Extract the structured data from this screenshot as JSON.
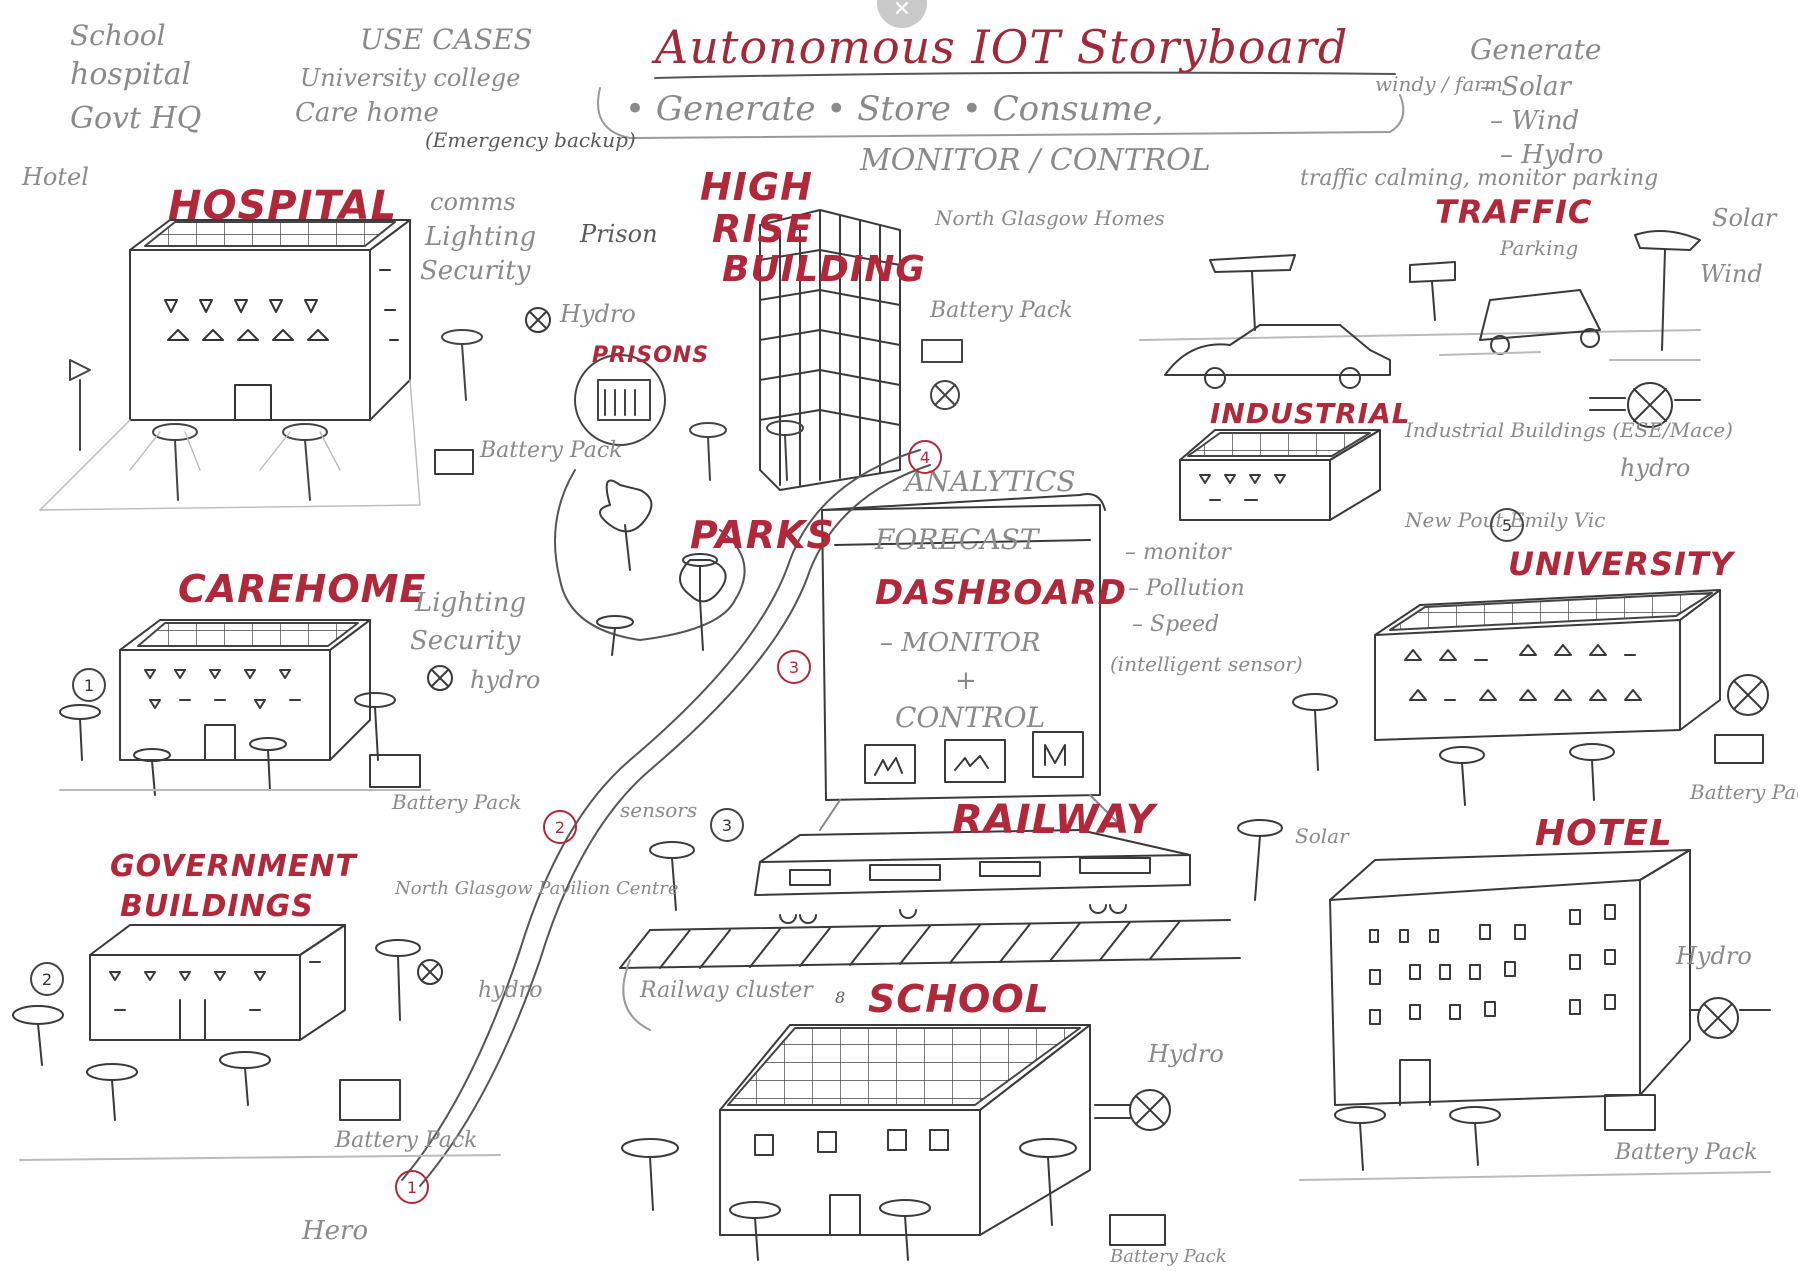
{
  "title": "Autonomous IOT Storyboard",
  "ui": {
    "close_glyph": "✕"
  },
  "notes": {
    "top_left": [
      "School",
      "hospital",
      "Govt HQ",
      "Hotel"
    ],
    "use_cases": {
      "heading": "USE CASES",
      "lines": [
        "University college",
        "Care home"
      ]
    },
    "emergency": "(Emergency backup)",
    "flow": "• Generate  • Store  • Consume,",
    "monitor": "MONITOR / CONTROL",
    "generate": {
      "heading": "Generate",
      "items": [
        "– Solar",
        "– Wind",
        "– Hydro"
      ]
    },
    "weather": "windy / farm",
    "hospital_side": [
      "comms",
      "Lighting",
      "Security"
    ],
    "prison_note": "Prison",
    "hydro_prison": "Hydro",
    "battery_pack_1": "Battery Pack",
    "north_glasgow": "North Glasgow Homes",
    "battery_pack_2": "Battery Pack",
    "traffic_notes": "traffic calming, monitor parking",
    "parking": "Parking",
    "solar_right": "Solar",
    "wind_right": "Wind",
    "industrial_notes": "Industrial Buildings (ESE/Mace)",
    "hydro_industrial": "hydro",
    "carehome_side": [
      "Lighting",
      "Security"
    ],
    "hydro_carehome": "hydro",
    "battery_carehome": "Battery Pack",
    "dashboard_side": [
      "– monitor",
      "– Pollution",
      "– Speed",
      "(intelligent sensor)"
    ],
    "uni_notes": "New Pout Emily Vic",
    "battery_uni": "Battery Pack",
    "sensors": "sensors",
    "railway_cluster": "Railway cluster",
    "solar_rail": "Solar",
    "gov_side": "North Glasgow Pavilion Centre",
    "hydro_gov": "hydro",
    "battery_gov": "Battery Pack",
    "hydro_school": "Hydro",
    "battery_school": "Battery Pack",
    "hydro_hotel": "Hydro",
    "battery_hotel": "Battery Pack",
    "hero": "Hero"
  },
  "buildings": {
    "hospital": "HOSPITAL",
    "high_rise": [
      "HIGH",
      "RISE",
      "BUILDING"
    ],
    "prisons": "PRISONS",
    "traffic": "TRAFFIC",
    "industrial": "INDUSTRIAL",
    "parks": "PARKS",
    "carehome": "CAREHOME",
    "university": "UNIVERSITY",
    "railway": "RAILWAY",
    "government": [
      "GOVERNMENT",
      "BUILDINGS"
    ],
    "school": "SCHOOL",
    "hotel": "HOTEL"
  },
  "dashboard": {
    "top": "ANALYTICS",
    "forecast": "FORECAST",
    "title": "DASHBOARD",
    "monitor": "– MONITOR",
    "plus": "+",
    "control": "CONTROL"
  },
  "path_numbers": [
    "1",
    "2",
    "3",
    "4",
    "5"
  ],
  "numbers": {
    "carehome": "1",
    "government": "2",
    "sensors": "3",
    "uni": "5",
    "school": "8"
  }
}
